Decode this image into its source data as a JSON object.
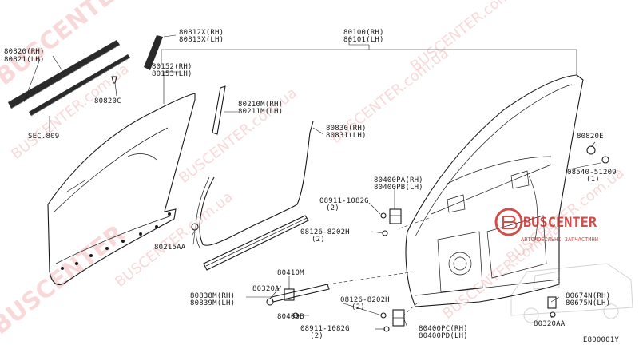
{
  "watermark": {
    "brand": "BUSCENTER",
    "domain": "BUSCENTER.com.ua",
    "logo_text": "BUSCENTER",
    "logo_tagline": "АВТОМОБІЛЬНІ ЗАПЧАСТИНИ"
  },
  "diagram_id": "E800001Y",
  "labels": {
    "l80820": [
      "80820(RH)",
      "80821(LH)"
    ],
    "l80812": [
      "80812X(RH)",
      "80813X(LH)"
    ],
    "l80100": [
      "80100(RH)",
      "80101(LH)"
    ],
    "l80152": [
      "80152(RH)",
      "80153(LH)"
    ],
    "l80820c": "80820C",
    "l80210": [
      "80210M(RH)",
      "80211M(LH)"
    ],
    "lsec": "SEC.809",
    "l80830": [
      "80830(RH)",
      "80831(LH)"
    ],
    "l80820e": "80820E",
    "l08540": [
      "08540-51209",
      "(1)"
    ],
    "l80400pa": [
      "80400PA(RH)",
      "80400PB(LH)"
    ],
    "l08911a": [
      "08911-1082G",
      "(2)"
    ],
    "l08126a": [
      "08126-8202H",
      "(2)"
    ],
    "l80215": "80215AA",
    "l80410": "80410M",
    "l80320a": "80320A",
    "l80838": [
      "80838M(RH)",
      "80839M(LH)"
    ],
    "l80400b": "80400B",
    "l08126b": [
      "08126-8202H",
      "(2)"
    ],
    "l08911b": [
      "08911-1082G",
      "(2)"
    ],
    "l80400pc": [
      "80400PC(RH)",
      "80400PD(LH)"
    ],
    "l80674": [
      "80674N(RH)",
      "80675N(LH)"
    ],
    "l80320aa": "80320AA"
  }
}
